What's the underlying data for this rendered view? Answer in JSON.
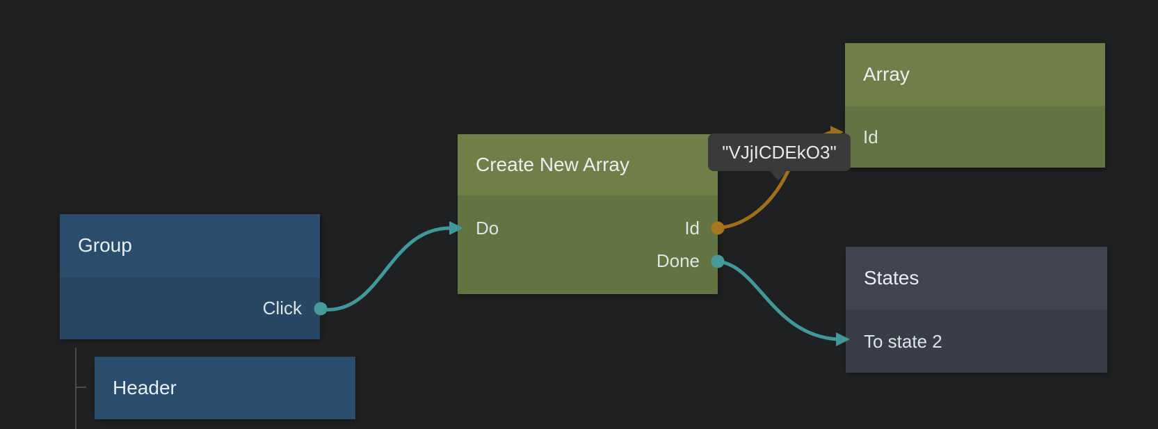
{
  "nodes": {
    "group": {
      "title": "Group",
      "outputs": [
        {
          "label": "Click"
        }
      ]
    },
    "header": {
      "title": "Header"
    },
    "create_new_array": {
      "title": "Create New Array",
      "inputs": [
        {
          "label": "Do"
        }
      ],
      "outputs": [
        {
          "label": "Id"
        },
        {
          "label": "Done"
        }
      ]
    },
    "array": {
      "title": "Array",
      "inputs": [
        {
          "label": "Id"
        }
      ]
    },
    "states": {
      "title": "States",
      "inputs": [
        {
          "label": "To state 2"
        }
      ]
    }
  },
  "tooltip": {
    "text": "\"VJjICDEkO3\""
  },
  "colors": {
    "background": "#1f2021",
    "node_green_header": "#6f7f47",
    "node_green_body": "#637341",
    "node_blue_header": "#2a4d6e",
    "node_blue_body": "#274764",
    "node_dark_header": "#3f4450",
    "node_dark_body": "#393d48",
    "wire_teal": "#3f989a",
    "wire_orange": "#a07018",
    "port_teal": "#459a9c",
    "port_orange": "#a8771d",
    "tooltip_bg": "#3a3a3a",
    "tree_line": "#4b4b4b",
    "title_text": "#eaeff1",
    "label_text": "#dde4e5"
  }
}
